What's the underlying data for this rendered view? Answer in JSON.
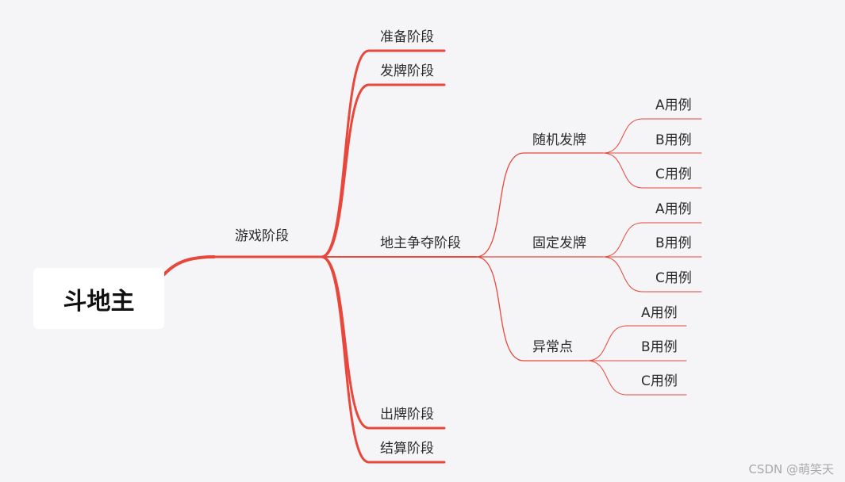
{
  "root": {
    "label": "斗地主"
  },
  "level1": {
    "label": "游戏阶段"
  },
  "stages": {
    "prepare": "准备阶段",
    "deal": "发牌阶段",
    "landlord": "地主争夺阶段",
    "play": "出牌阶段",
    "settle": "结算阶段"
  },
  "landlord_children": {
    "random": "随机发牌",
    "fixed": "固定发牌",
    "abnormal": "异常点"
  },
  "cases": {
    "a": "A用例",
    "b": "B用例",
    "c": "C用例"
  },
  "watermark": "CSDN @萌笑天",
  "colors": {
    "line": "#e8473b",
    "background": "#f5f5f8",
    "node": "#ffffff"
  }
}
